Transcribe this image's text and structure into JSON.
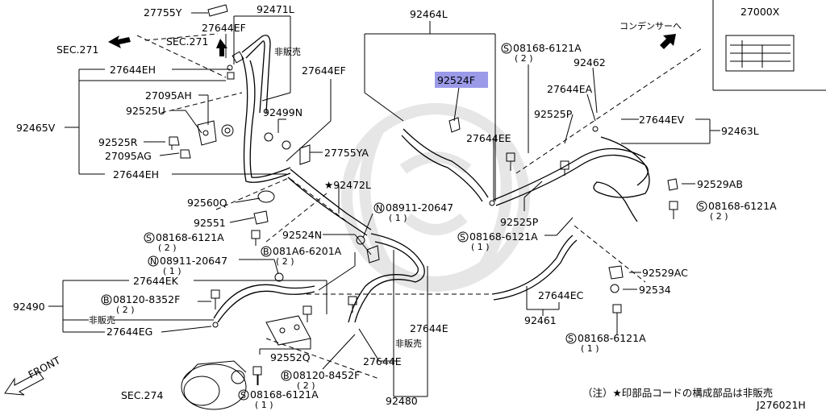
{
  "title_code": "27000X",
  "diagram_id": "J276021H",
  "footer_note": "（注）★印部品コードの構成部品は非販売",
  "directions": {
    "condenser": "コンデンサーへ",
    "front": "FRONT",
    "sec271_left": "SEC.271",
    "sec271_top": "SEC.271",
    "sec274": "SEC.274"
  },
  "labels": {
    "p27755Y": "27755Y",
    "p92471L": "92471L",
    "p27644EF_1": "27644EF",
    "not_for_sale_1": "非販売",
    "p27644EH_1": "27644EH",
    "p27644EF_2": "27644EF",
    "p27095AH": "27095AH",
    "p92525U": "92525U",
    "p92499N": "92499N",
    "p92465V": "92465V",
    "p92525R": "92525R",
    "p27095AG": "27095AG",
    "p27755YA": "27755YA",
    "p27644EH_2": "27644EH",
    "p92472L": "★92472L",
    "p92560Q": "92560Q",
    "p92551": "92551",
    "p08911_20647_1": "08911-20647",
    "p08911_20647_1_qty": "( 1 )",
    "p08168_6121A_1": "08168-6121A",
    "p08168_6121A_1_qty": "( 2 )",
    "p92524N": "92524N",
    "p08911_20647_2": "08911-20647",
    "p08911_20647_2_qty": "( 1 )",
    "p081A6_6201A": "081A6-6201A",
    "p081A6_6201A_qty": "( 2 )",
    "p27644EK": "27644EK",
    "p92490": "92490",
    "p08120_8352F": "08120-8352F",
    "p08120_8352F_qty": "( 2 )",
    "not_for_sale_2": "非販売",
    "p27644EG": "27644EG",
    "p92552Q": "92552Q",
    "p08120_8452F": "08120-8452F",
    "p08120_8452F_qty": "( 2 )",
    "p08168_6121A_2": "08168-6121A",
    "p08168_6121A_2_qty": "( 1 )",
    "p27644E_1": "27644E",
    "not_for_sale_3": "非販売",
    "p27644E_2": "27644E",
    "p92480": "92480",
    "p92464L": "92464L",
    "p92524F": "92524F",
    "p27644EE": "27644EE",
    "p08168_6121A_3": "08168-6121A",
    "p08168_6121A_3_qty": "( 2 )",
    "p92462": "92462",
    "p27644EA": "27644EA",
    "p92525P_1": "92525P",
    "p27644EV": "27644EV",
    "p92463L": "92463L",
    "p92529AB": "92529AB",
    "p08168_6121A_4": "08168-6121A",
    "p08168_6121A_4_qty": "( 2 )",
    "p92525P_2": "92525P",
    "p08168_6121A_5": "08168-6121A",
    "p08168_6121A_5_qty": "( 1 )",
    "p92529AC": "92529AC",
    "p27644EC": "27644EC",
    "p92534": "92534",
    "p92461": "92461",
    "p08168_6121A_6": "08168-6121A",
    "p08168_6121A_6_qty": "( 1 )"
  },
  "prefix": {
    "S": "S",
    "N": "N",
    "B": "B"
  },
  "colors": {
    "highlight": "#9a9ae8",
    "line": "#000000",
    "watermark": "#e6e6e6"
  }
}
